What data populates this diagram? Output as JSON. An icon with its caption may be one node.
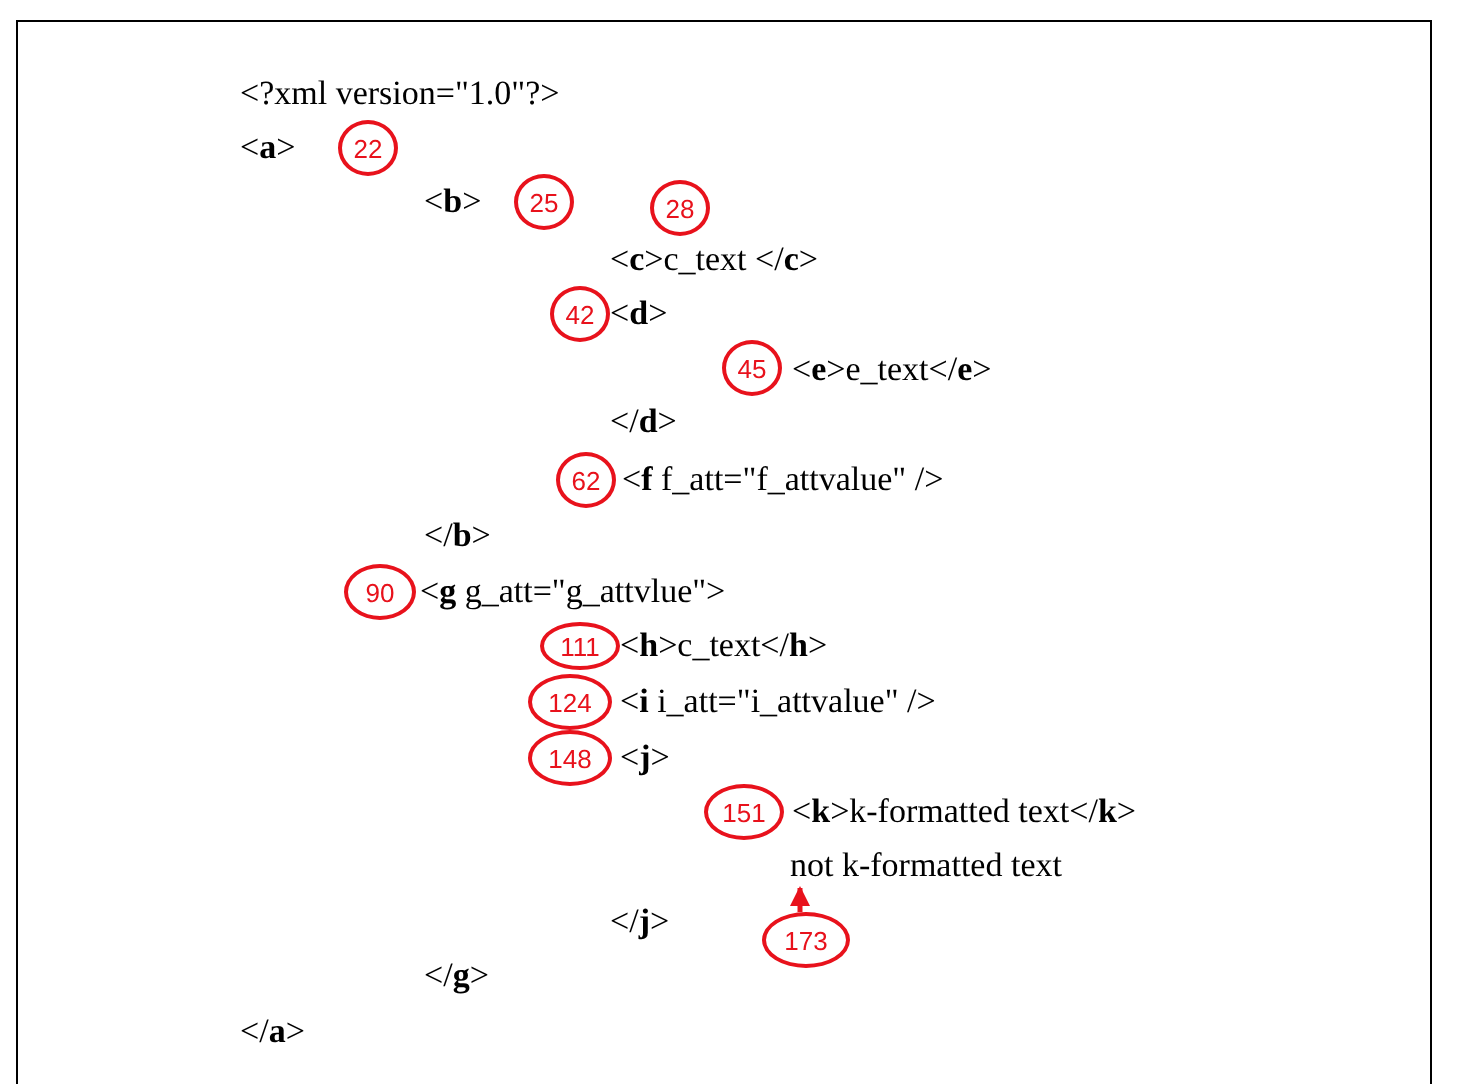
{
  "diagram": {
    "nodes": [
      {
        "text": [
          "22"
        ]
      },
      {
        "text": [
          "25"
        ]
      },
      {
        "text": [
          "28"
        ]
      },
      {
        "text": [
          "42"
        ]
      },
      {
        "text": [
          "45"
        ]
      },
      {
        "text": [
          "62"
        ]
      },
      {
        "text": [
          "90"
        ]
      },
      {
        "text": [
          "111"
        ]
      },
      {
        "text": [
          "124"
        ]
      },
      {
        "text": [
          "148"
        ]
      },
      {
        "text": [
          "151"
        ]
      },
      {
        "text": [
          "not k-formatted text"
        ]
      },
      {
        "text": [
          "173"
        ]
      }
    ],
    "edges": [
      {
        "from": 12,
        "to": 11,
        "arrow": "to"
      }
    ],
    "labels": [
      "<?xml version=\"1.0\"?>",
      "<**a**>",
      "<**b**>",
      "<**c**>c_text </**c**>",
      "<**d**>",
      "<**e**>e_text</**e**>",
      "</**d**>",
      "<**f** f_att=\"f_attvalue\" />",
      "</**b**>",
      "<**g** g_att=\"g_attvlue\">",
      "<**h**>c_text</**h**>",
      "<**i** i_att=\"i_attvalue\" />",
      "<**j**>",
      "<**k**>k-formatted text</**k**>",
      "</**j**>",
      "</**g**>",
      "</**a**>"
    ]
  }
}
